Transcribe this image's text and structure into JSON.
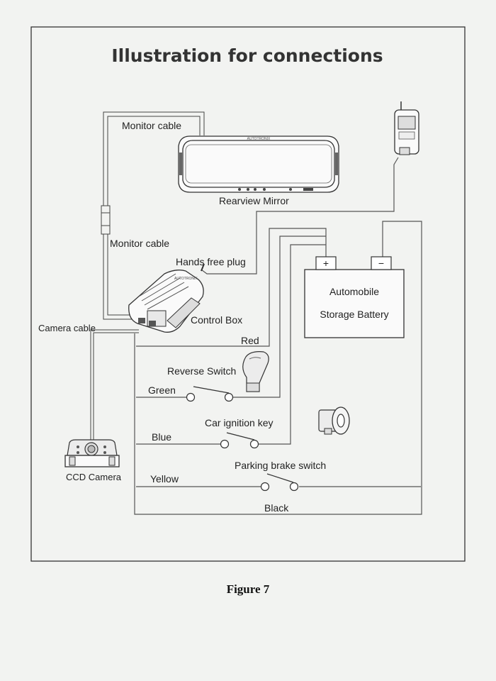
{
  "title": "Illustration for connections",
  "caption": "Figure 7",
  "labels": {
    "monitor_cable_top": "Monitor cable",
    "monitor_cable_mid": "Monitor cable",
    "rearview_mirror": "Rearview Mirror",
    "mirror_brand": "AUTOTRONIX",
    "hands_free_plug": "Hands free plug",
    "control_box": "Control Box",
    "camera_cable": "Camera cable",
    "ccd_camera": "CCD Camera",
    "battery_line1": "Automobile",
    "battery_line2": "Storage Battery",
    "battery_plus": "+",
    "battery_minus": "−",
    "reverse_switch": "Reverse Switch",
    "car_ignition_key": "Car ignition key",
    "parking_brake_switch": "Parking brake switch"
  },
  "wires": {
    "red": "Red",
    "green": "Green",
    "blue": "Blue",
    "yellow": "Yellow",
    "black": "Black"
  },
  "colors": {
    "background": "#f2f3f1",
    "line": "#444444"
  },
  "icons": [
    "mobile-phone-icon",
    "rearview-mirror-icon",
    "control-box-icon",
    "ccd-camera-icon",
    "gear-shift-icon",
    "ignition-key-icon",
    "battery-icon"
  ]
}
